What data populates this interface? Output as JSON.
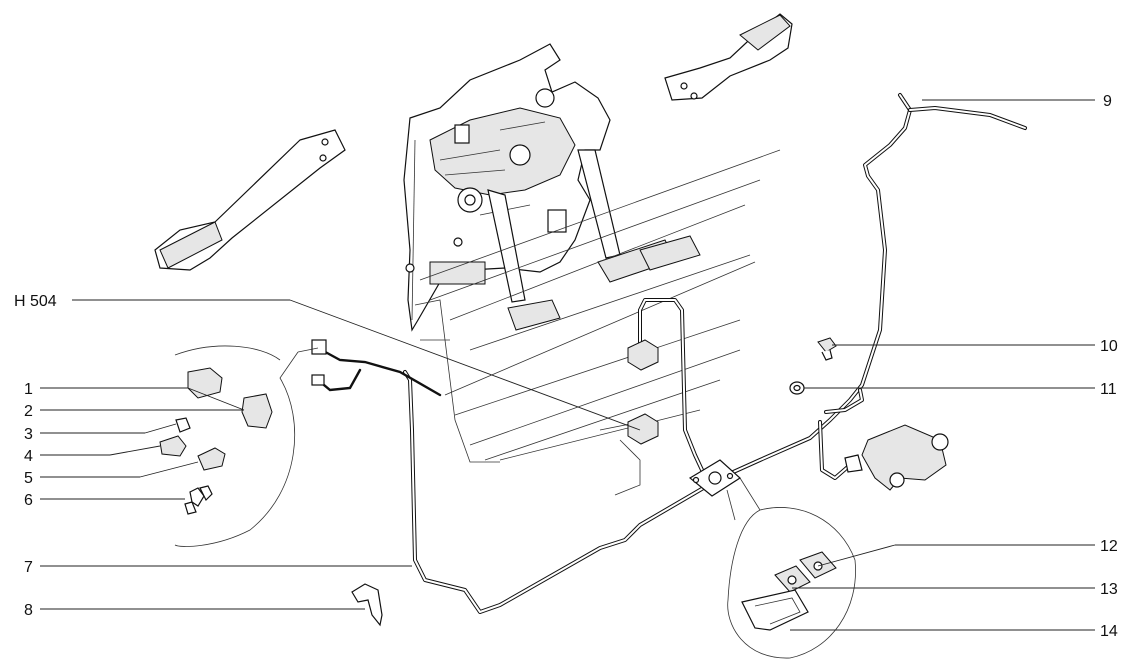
{
  "callouts": {
    "c1": "1",
    "c2": "2",
    "c3": "3",
    "c4": "4",
    "c5": "5",
    "c6": "6",
    "c7": "7",
    "c8": "8",
    "c9": "9",
    "c10": "10",
    "c11": "11",
    "c12": "12",
    "c13": "13",
    "c14": "14",
    "h504": "H 504"
  },
  "colors": {
    "line": "#111111",
    "background": "#ffffff",
    "shade": "#e6e6e6"
  }
}
